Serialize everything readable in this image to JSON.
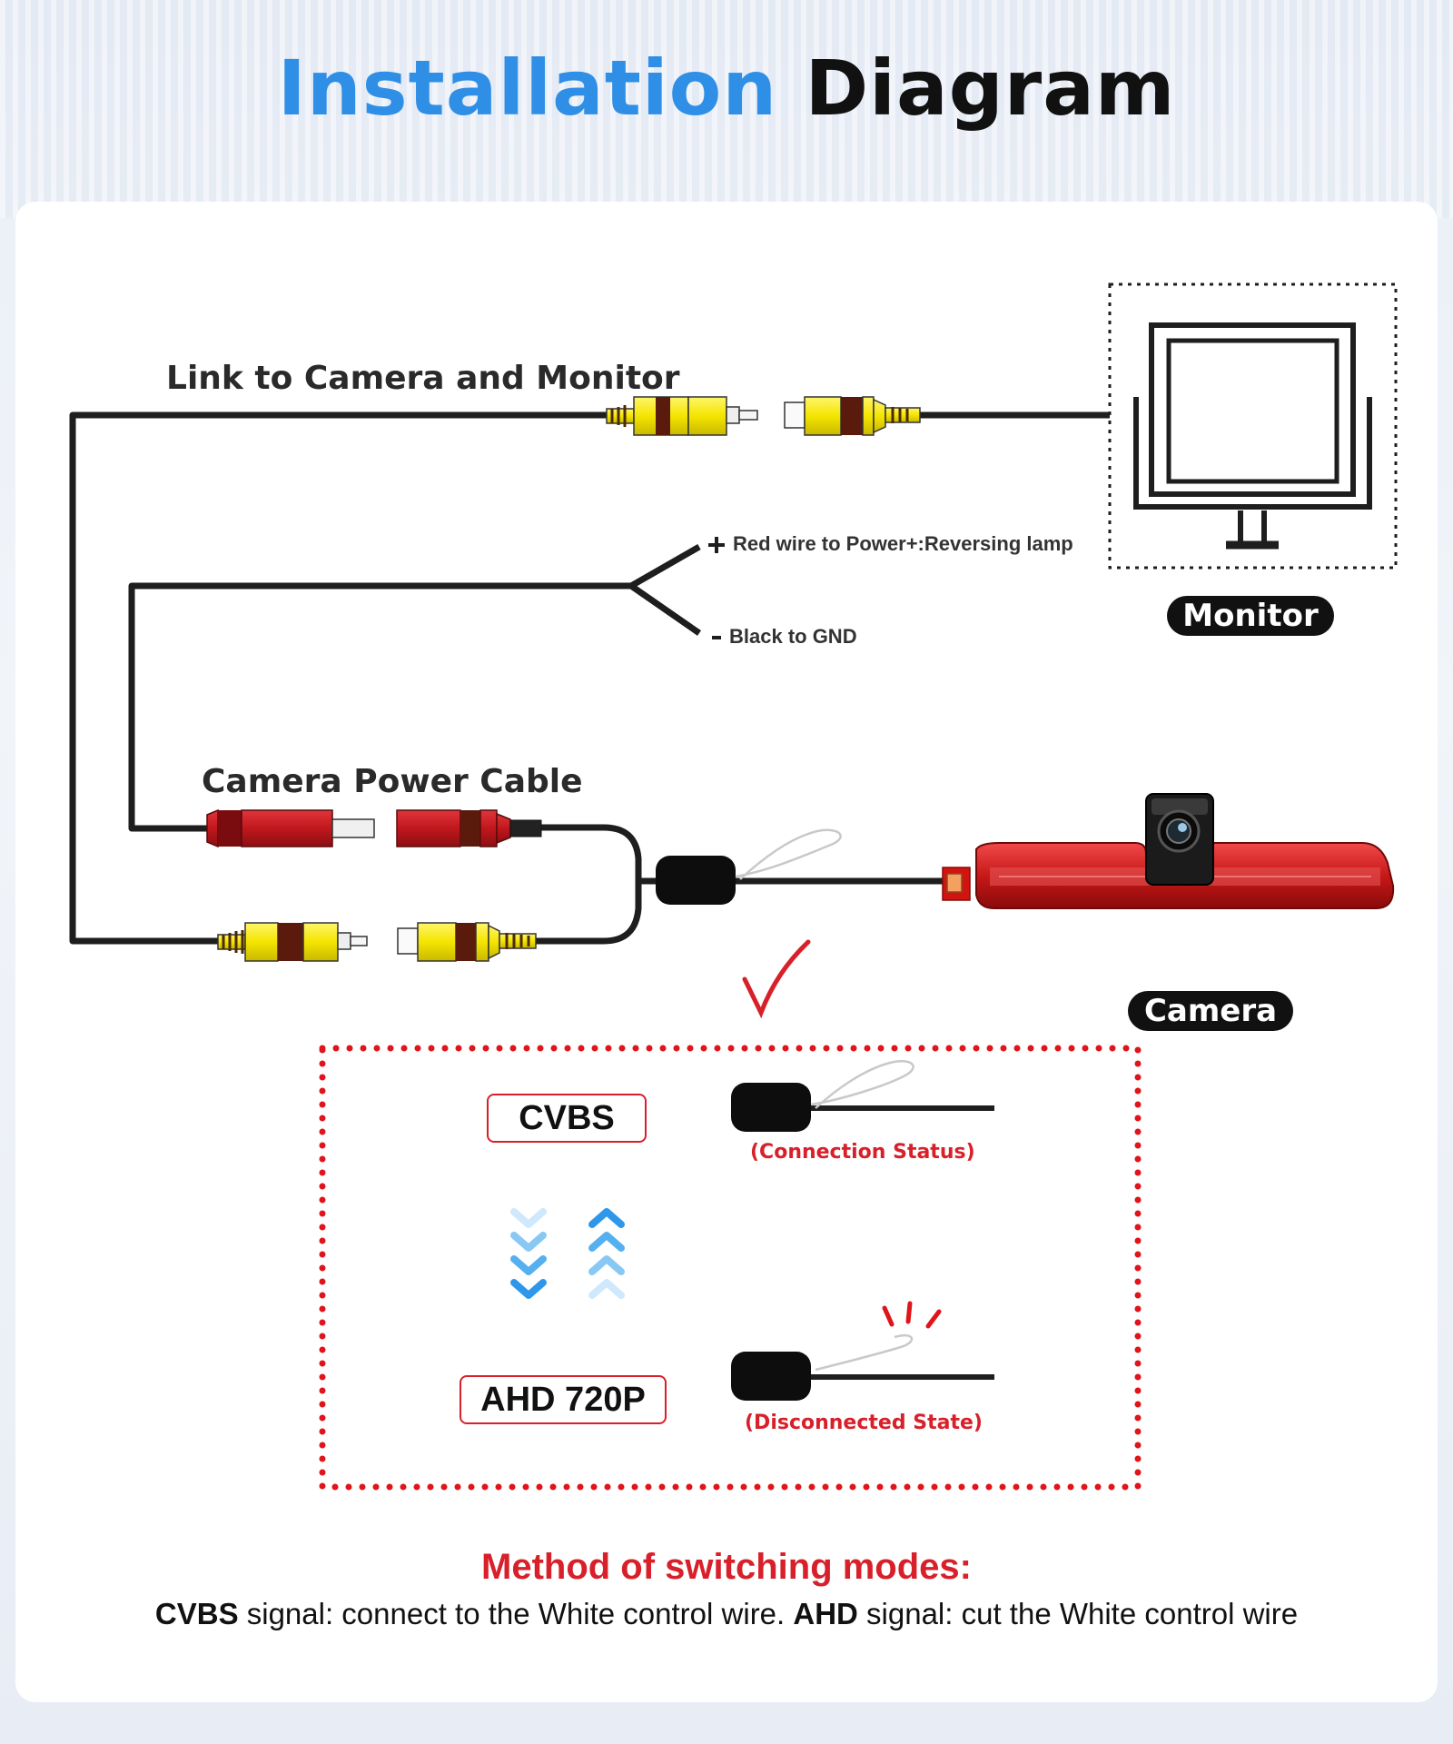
{
  "title": {
    "part1": "Installation",
    "part2": "Diagram"
  },
  "labels": {
    "link": "Link to Camera and Monitor",
    "red_wire_sign": "+",
    "red_wire": "Red wire to Power+:Reversing lamp",
    "black_wire_sign": "-",
    "black_wire": "Black to GND",
    "power_cable": "Camera Power Cable",
    "monitor": "Monitor",
    "camera": "Camera"
  },
  "modes": {
    "cvbs": "CVBS",
    "ahd": "AHD 720P",
    "connected": "(Connection Status)",
    "disconnected": "(Disconnected State)"
  },
  "method": {
    "title": "Method of switching modes:",
    "cvbs_bold": "CVBS",
    "cvbs_text": " signal: connect to the White control wire. ",
    "ahd_bold": "AHD",
    "ahd_text": " signal: cut the White control wire"
  },
  "colors": {
    "title_blue": "#2f8fe6",
    "accent_red": "#d8202a",
    "rca_yellow": "#f4e500",
    "rca_brown": "#5a1a0c",
    "power_red": "#c0171d",
    "arrow_blue": "#3ea3ee"
  }
}
